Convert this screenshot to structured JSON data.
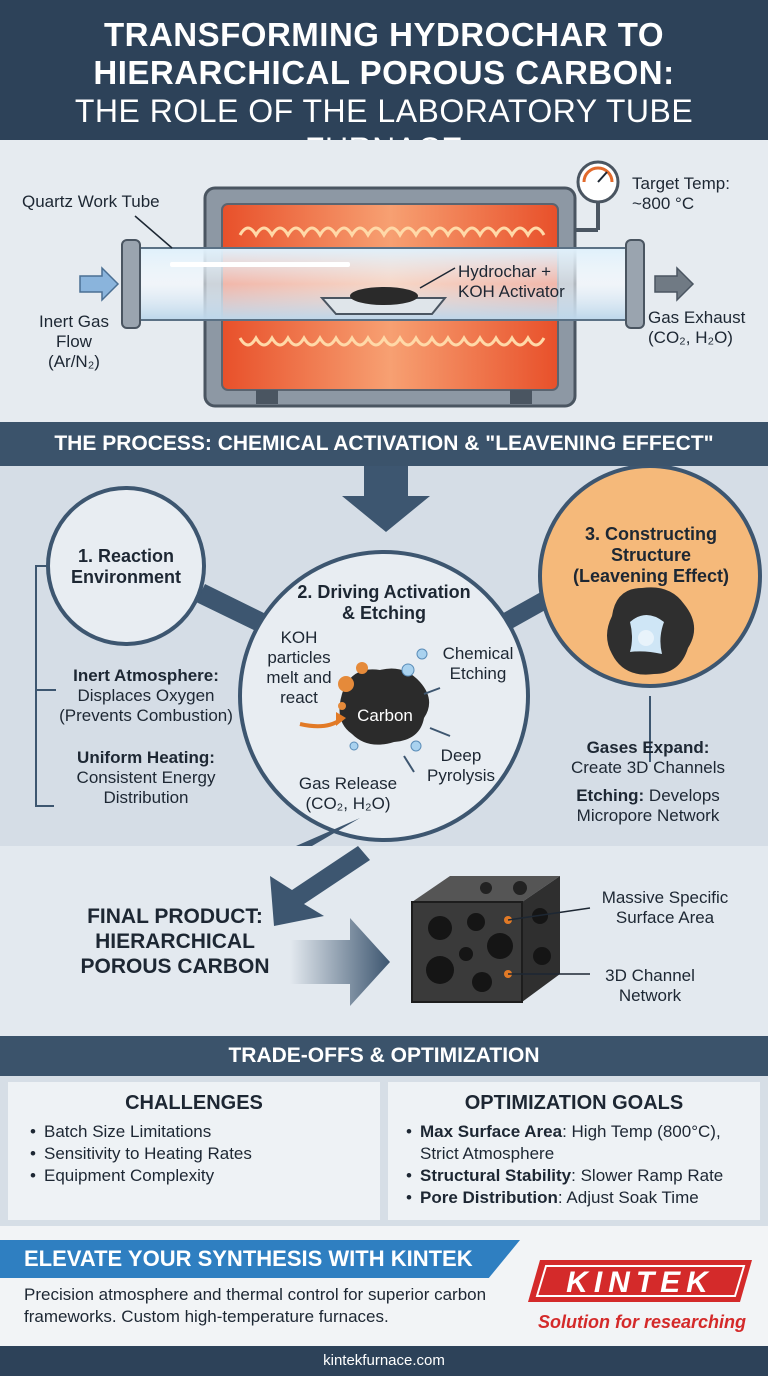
{
  "header": {
    "line1": "TRANSFORMING HYDROCHAR TO",
    "line2": "HIERARCHICAL POROUS CARBON:",
    "line3": "THE ROLE OF THE LABORATORY TUBE FURNACE"
  },
  "furnace": {
    "quartz_label": "Quartz Work Tube",
    "target_temp": [
      "Target Temp:",
      "~800 °C"
    ],
    "inert_gas": [
      "Inert Gas",
      "Flow",
      "(Ar/N₂)"
    ],
    "sample": [
      "Hydrochar +",
      "KOH Activator"
    ],
    "exhaust": [
      "Gas Exhaust",
      "(CO₂, H₂O)"
    ]
  },
  "process": {
    "band_title": "THE PROCESS: CHEMICAL ACTIVATION & \"LEAVENING EFFECT\"",
    "step1": {
      "title": [
        "1. Reaction",
        "Environment"
      ],
      "inert_title": "Inert Atmosphere:",
      "inert_text": [
        "Displaces Oxygen",
        "(Prevents Combustion)"
      ],
      "heating_title": "Uniform Heating:",
      "heating_text": [
        "Consistent Energy",
        "Distribution"
      ]
    },
    "step2": {
      "title": [
        "2. Driving Activation",
        "& Etching"
      ],
      "koh": [
        "KOH",
        "particles",
        "melt and",
        "react"
      ],
      "etching": [
        "Chemical",
        "Etching"
      ],
      "carbon": "Carbon",
      "pyrolysis": [
        "Deep",
        "Pyrolysis"
      ],
      "gas_release": [
        "Gas Release",
        "(CO₂, H₂O)"
      ]
    },
    "step3": {
      "title": [
        "3. Constructing",
        "Structure",
        "(Leavening Effect)"
      ],
      "gases_title": "Gases Expand:",
      "gases_text": "Create 3D Channels",
      "etching_title": "Etching:",
      "etching_text": [
        "Develops",
        "Micropore Network"
      ]
    }
  },
  "final": {
    "title": [
      "FINAL PRODUCT:",
      "HIERARCHICAL",
      "POROUS CARBON"
    ],
    "surface": [
      "Massive Specific",
      "Surface Area"
    ],
    "channel": [
      "3D Channel",
      "Network"
    ]
  },
  "tradeoffs": {
    "band_title": "TRADE-OFFS & OPTIMIZATION",
    "challenges_title": "CHALLENGES",
    "challenges": [
      "Batch Size Limitations",
      "Sensitivity to Heating Rates",
      "Equipment Complexity"
    ],
    "goals_title": "OPTIMIZATION GOALS",
    "goals": [
      {
        "bold": "Max Surface Area",
        "text": ": High Temp (800°C),"
      },
      {
        "bold": "",
        "text": "Strict Atmosphere"
      },
      {
        "bold": "Structural Stability",
        "text": ": Slower Ramp Rate"
      },
      {
        "bold": "Pore Distribution",
        "text": ": Adjust Soak Time"
      }
    ]
  },
  "kintek": {
    "banner": "ELEVATE YOUR SYNTHESIS WITH KINTEK",
    "desc": "Precision atmosphere and thermal control for superior carbon frameworks. Custom high-temperature furnaces.",
    "logo": "KINTEK",
    "tagline": "Solution for researching"
  },
  "footer": "kintekfurnace.com",
  "colors": {
    "header_bg": "#2d4259",
    "band_bg": "#3b536b",
    "orange": "#f5b97a",
    "kintek_red": "#d42a2a",
    "kintek_blue": "#2f7fc1"
  }
}
